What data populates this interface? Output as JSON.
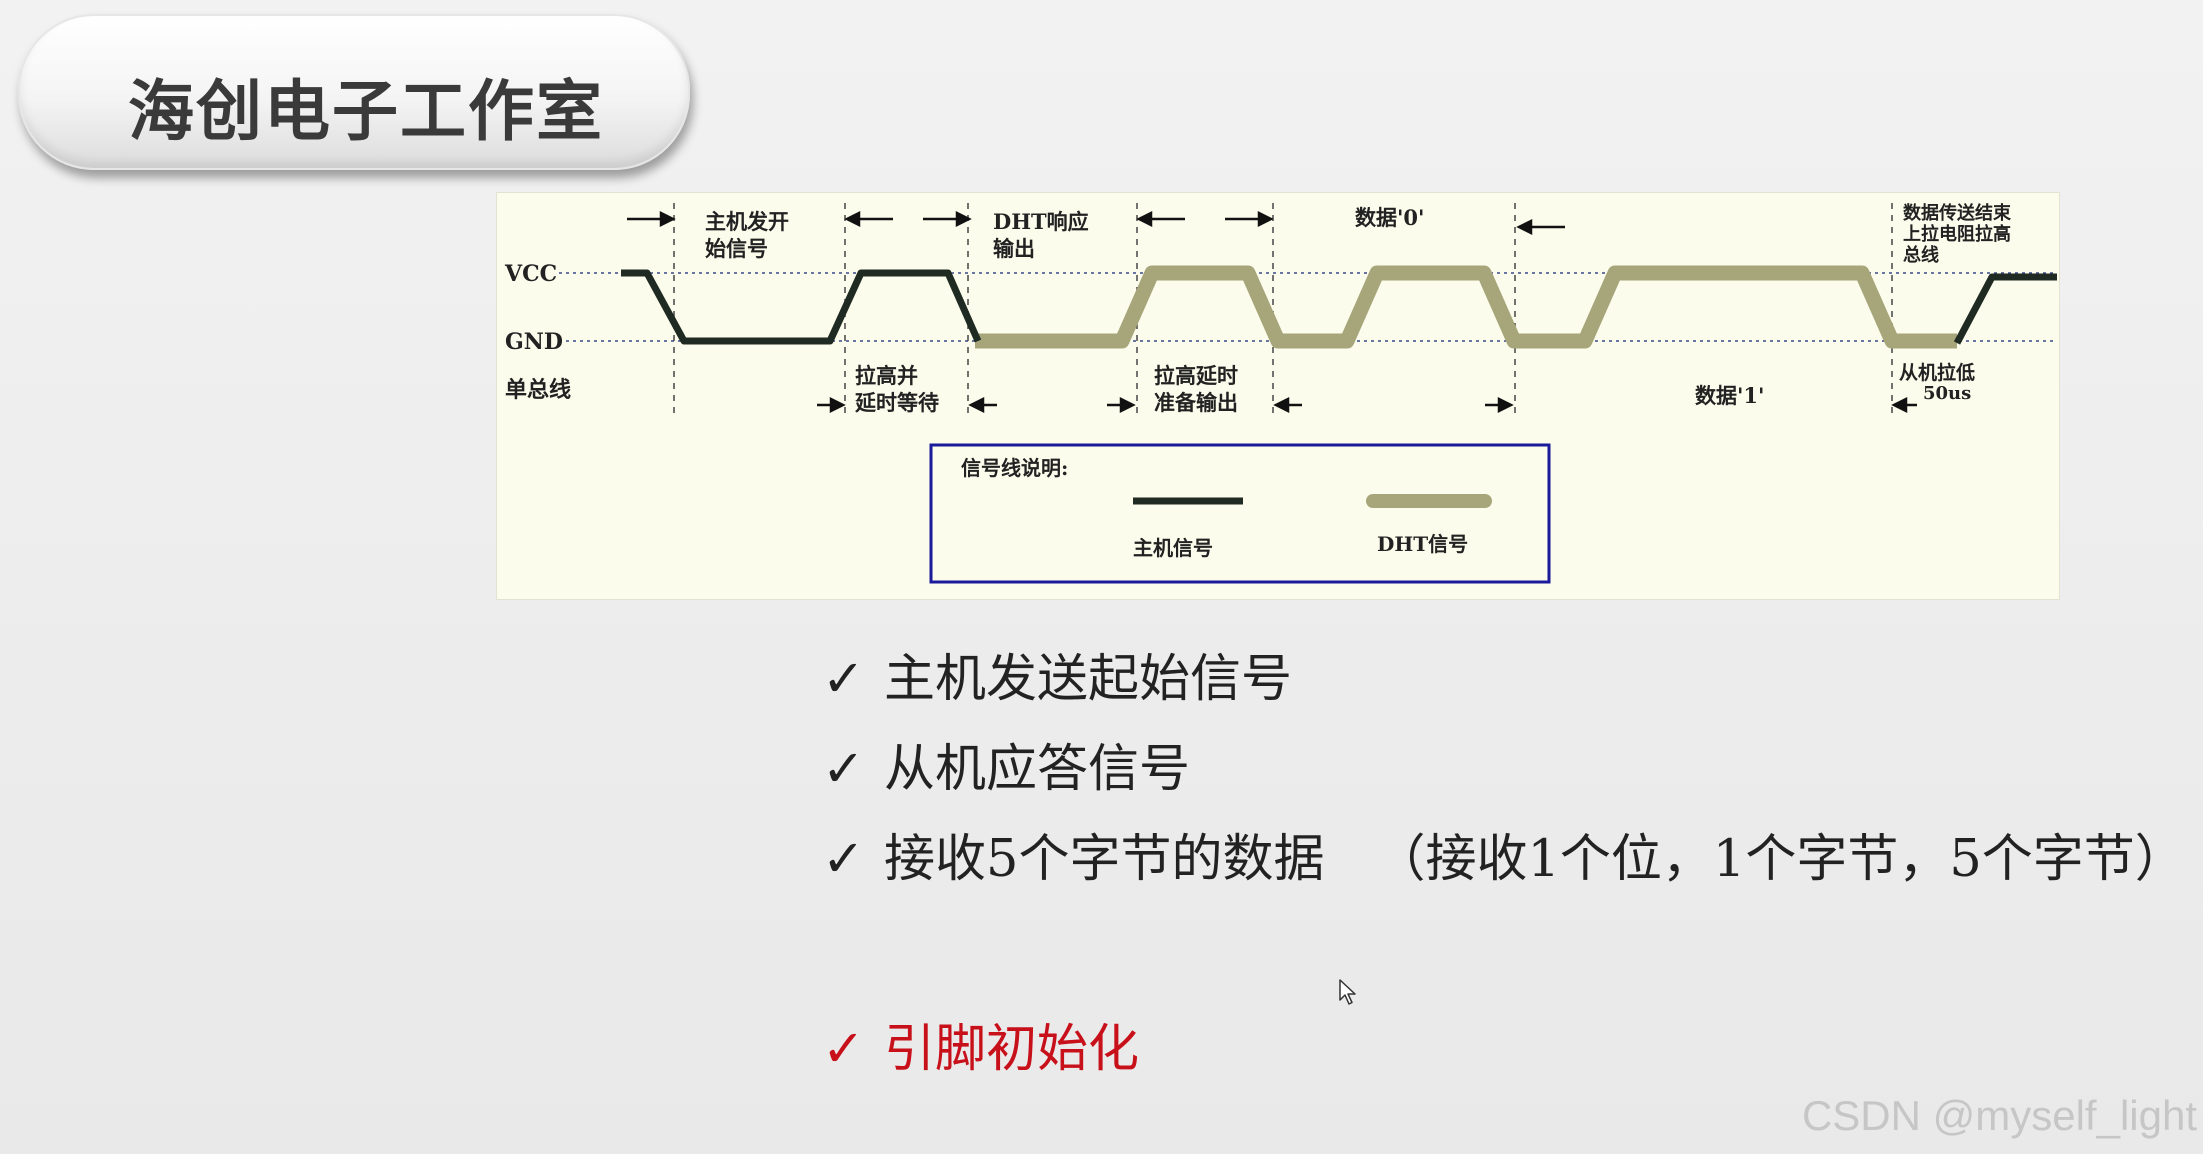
{
  "header": {
    "title": "海创电子工作室"
  },
  "diagram": {
    "vcc": "VCC",
    "gnd": "GND",
    "bus": "单总线",
    "host_start_l1": "主机发开",
    "host_start_l2": "始信号",
    "pull_wait_l1": "拉高并",
    "pull_wait_l2": "延时等待",
    "dht_resp_l1": "DHT响应",
    "dht_resp_l2": "输出",
    "pull_prep_l1": "拉高延时",
    "pull_prep_l2": "准备输出",
    "data0": "数据'0'",
    "data1": "数据'1'",
    "end_l1": "数据传送结束",
    "end_l2": "上拉电阻拉高",
    "end_l3": "总线",
    "slave_low_l1": "从机拉低",
    "slave_low_l2": "50us",
    "legend_title": "信号线说明:",
    "legend_host": "主机信号",
    "legend_dht": "DHT信号",
    "colors": {
      "host_line": "#1f2a22",
      "dht_line": "#a7a57a",
      "legend_border": "#1a1a9a"
    }
  },
  "bullets": [
    {
      "check": "✓",
      "text": "主机发送起始信号",
      "note": ""
    },
    {
      "check": "✓",
      "text": "从机应答信号",
      "note": ""
    },
    {
      "check": "✓",
      "text": "接收5个字节的数据",
      "note": "（接收1个位，1个字节，5个字节）"
    },
    {
      "check": "✓",
      "text": "引脚初始化",
      "note": ""
    }
  ],
  "watermark": "CSDN @myself_light"
}
